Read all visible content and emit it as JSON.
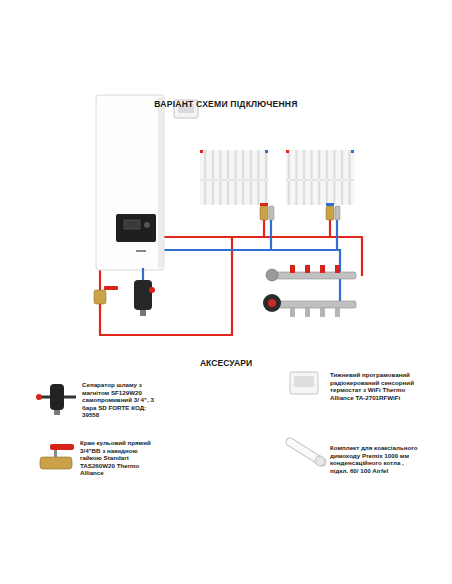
{
  "diagram": {
    "title": "ВАРІАНТ СХЕМИ ПІДКЛЮЧЕННЯ",
    "labels": [
      "АКСЕСУАРИ",
      "Сепаратор шламу з магнітом SF129W20 самопромивний 3/ 4\", 3 бара SD FORTE КОД: 39558",
      "Тижневий програмований радіокерований сенсорний термостат з WiFi Thermo Alliance TA-2701RFWiFi",
      "Кран кульовий прямий 3/4\"ВВ з накидною гайкою Standart TAS260W20 Thermo Alliance",
      "Комплект для коаксіального димоходу Premix 1000 мм конденсаційного котла , підкл. 60/ 100 Airfel"
    ]
  }
}
